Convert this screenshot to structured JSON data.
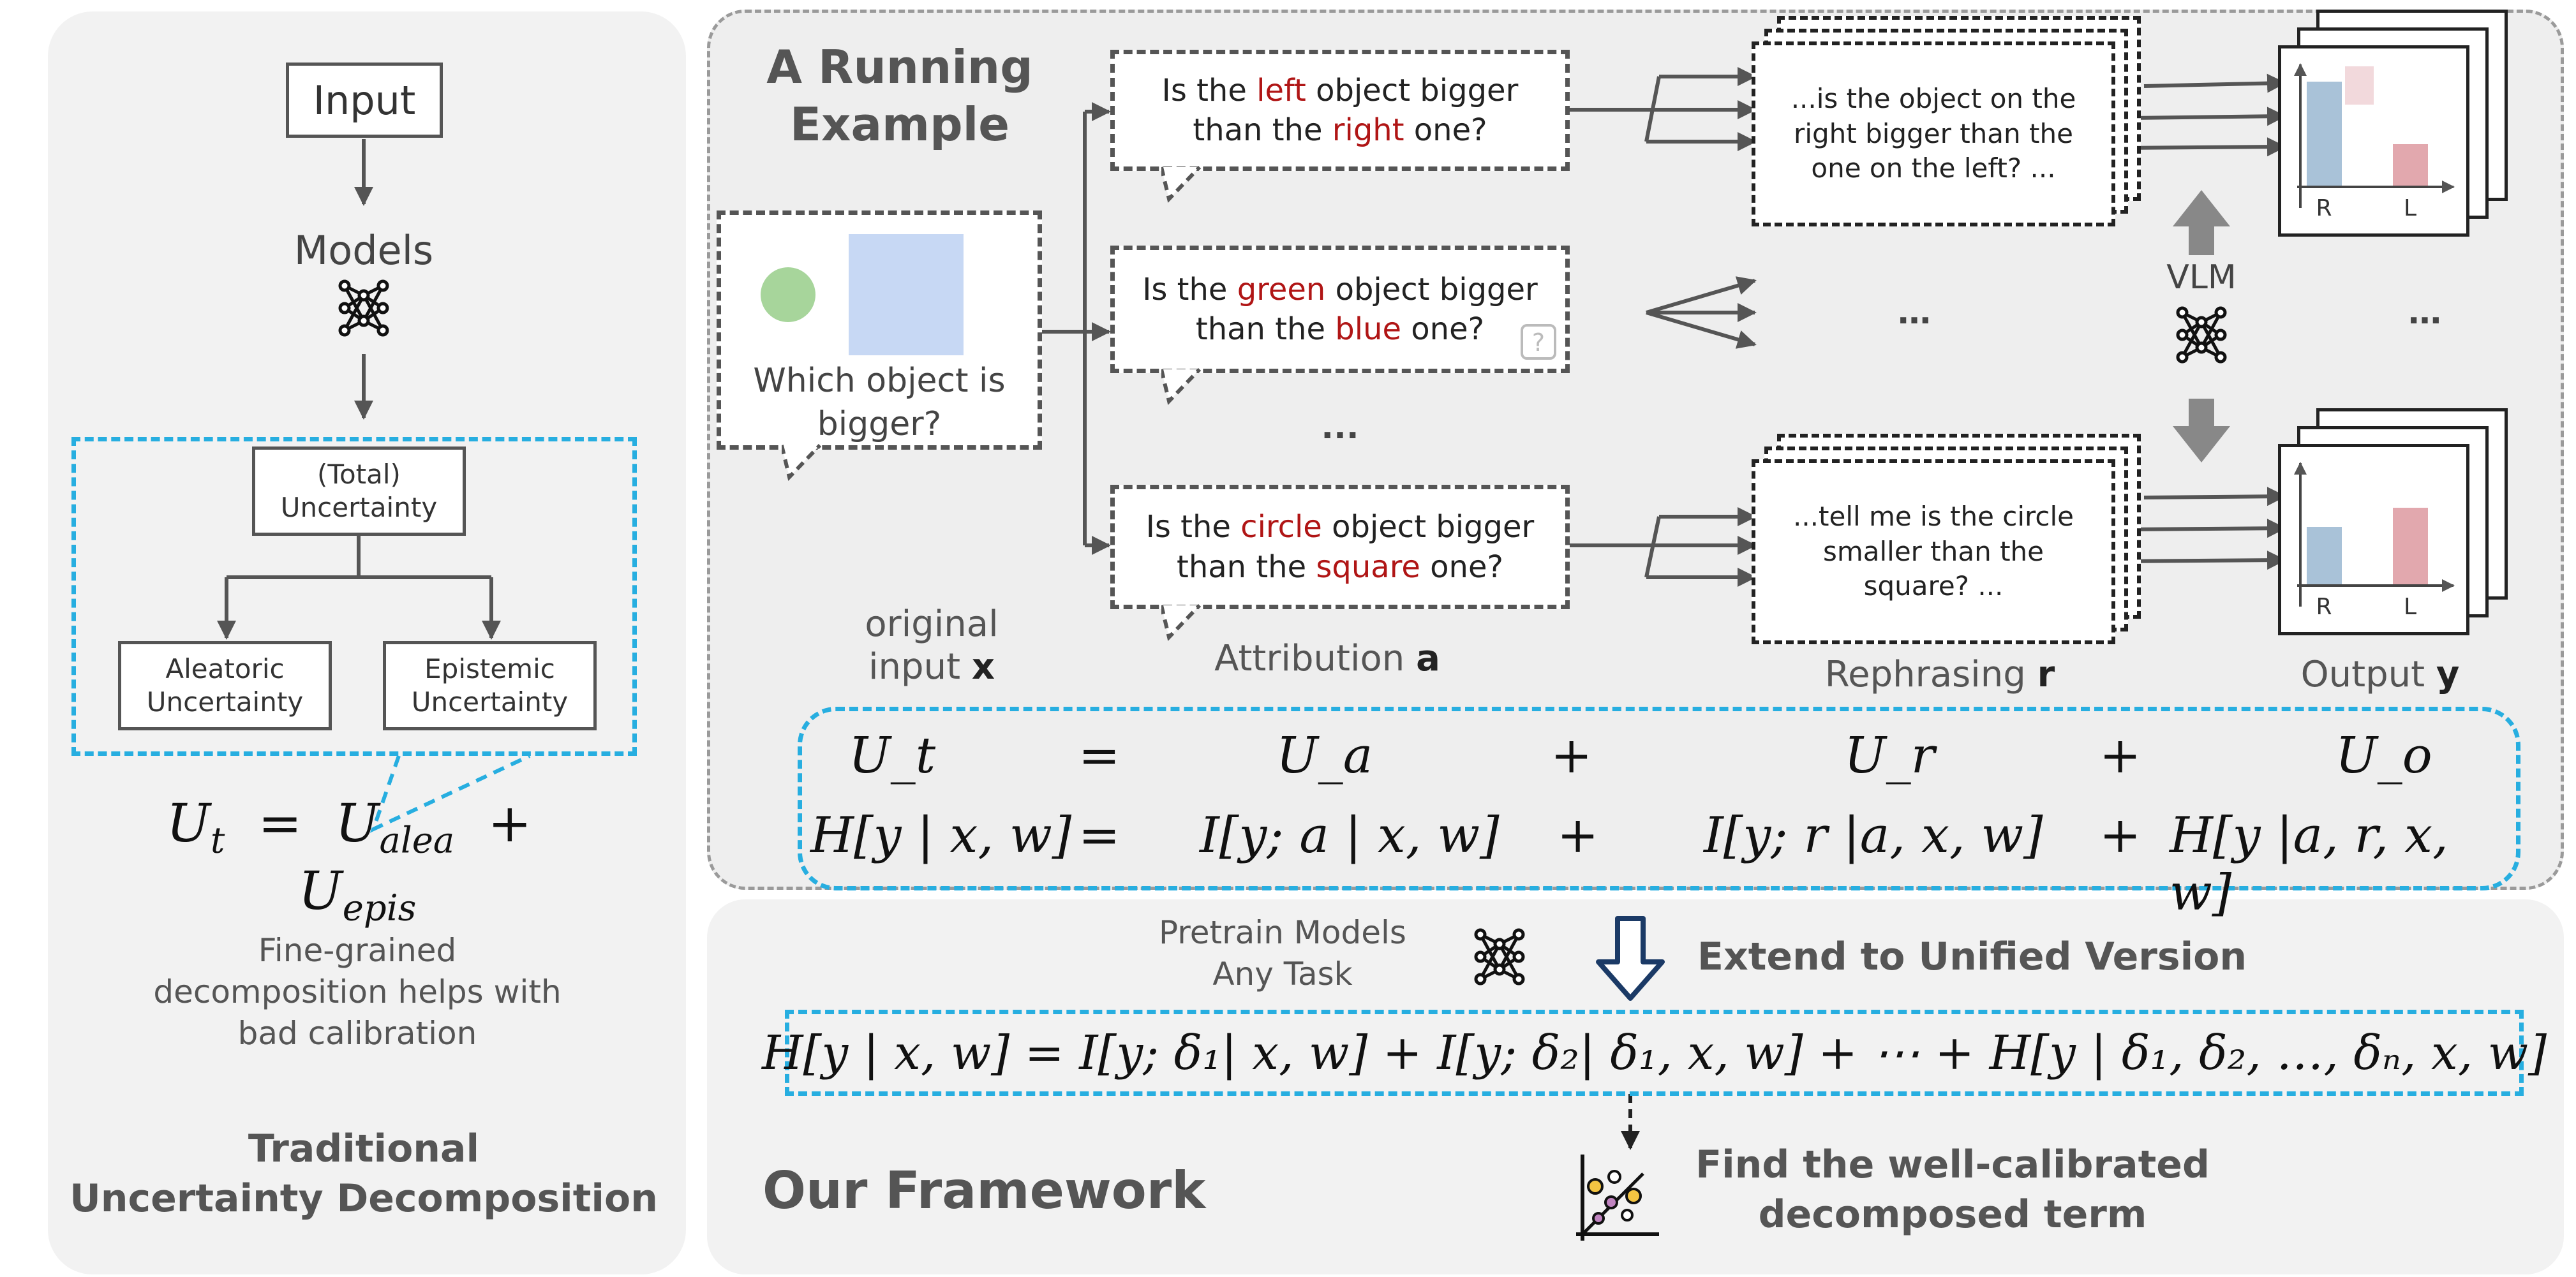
{
  "left": {
    "input_label": "Input",
    "models_label": "Models",
    "total_uncertainty": "(Total)\nUncertainty",
    "aleatoric": "Aleatoric\nUncertainty",
    "epistemic": "Epistemic\nUncertainty",
    "formula": {
      "Ut": "U",
      "t": "t",
      "eq": "=",
      "U1": "U",
      "alea": "alea",
      "plus": "+",
      "U2": "U",
      "epis": "epis"
    },
    "caption": "Fine-grained\ndecomposition helps with\nbad calibration",
    "title": "Traditional\nUncertainty Decomposition"
  },
  "example": {
    "title": "A Running\nExample",
    "question": "Which object is\nbigger?",
    "q1": {
      "a": "Is the ",
      "b": "left",
      "c": " object bigger",
      "d": "than the ",
      "e": "right",
      "f": " one?"
    },
    "q2": {
      "a": "Is the ",
      "b": "green",
      "c": " object bigger",
      "d": "than the ",
      "e": "blue",
      "f": " one?"
    },
    "q3": {
      "a": "Is the ",
      "b": "circle",
      "c": " object bigger",
      "d": "than the ",
      "e": "square",
      "f": " one?"
    },
    "ellipsis": "...",
    "ellipsis2": "…",
    "rephrase1": "...is the object on the\nright bigger than the\none on the left? ...",
    "rephrase2": "...tell me is the circle\nsmaller than the\nsquare? ...",
    "vlm_label": "VLM",
    "bar_labels": [
      "R",
      "L"
    ],
    "label_original": "original",
    "label_input": "input ",
    "label_x": "x",
    "label_attr": "Attribution ",
    "label_a": "a",
    "label_rephr": "Rephrasing ",
    "label_r": "r",
    "label_output": "Output ",
    "label_y": "y",
    "colors": {
      "accent_red": "#b01515",
      "blue_dash": "#27aee0",
      "bar_blue": "#a9c2d8",
      "bar_red": "#e2a8ae",
      "green_circle": "#a7d59b",
      "blue_square": "#c7d8f4"
    }
  },
  "equations": {
    "row1": [
      "U_t",
      "=",
      "U_a",
      "+",
      "U_r",
      "+",
      "U_o"
    ],
    "row2": [
      "H[y | x, w]",
      "=",
      "I[y; a | x, w]",
      "+",
      "I[y; r |a, x, w]",
      "+",
      "H[y |a, r, x, w]"
    ],
    "unified": "H[y | x, w] = I[y; δ₁| x, w] + I[y; δ₂| δ₁, x, w] + ⋯ + H[y | δ₁, δ₂, …, δₙ, x, w]"
  },
  "framework": {
    "pretrain": "Pretrain Models\nAny Task",
    "extend": "Extend to Unified Version",
    "find": "Find the well-calibrated\ndecomposed term",
    "title": "Our Framework"
  }
}
